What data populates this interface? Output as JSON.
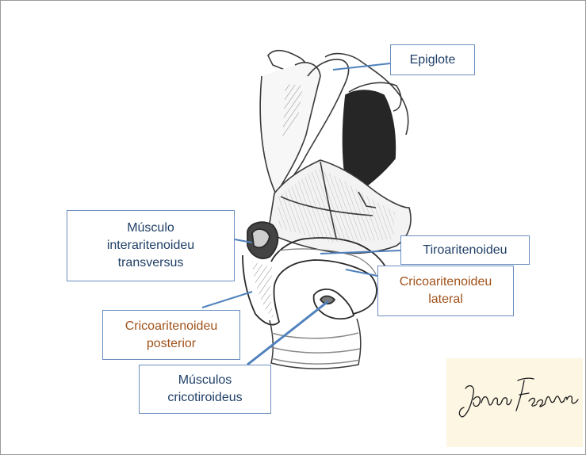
{
  "labels": {
    "epiglote": "Epiglote",
    "tiroaritenoideu": "Tiroaritenoideu",
    "interaritenoideu": "Músculo\ninteraritenoideu\ntransversus",
    "cricoaritenoideu_lateral": "Cricoaritenoideu\nlateral",
    "cricoaritenoideu_posterior": "Cricoaritenoideu\nposterior",
    "cricotiroideus": "Músculos\ncricotiroideus"
  },
  "signature": "JoanaFerreira",
  "colors": {
    "label_text": "#1f3f66",
    "highlight_text": "#a0521b",
    "leader_line": "#4f81bd",
    "box_border": "#6b8ebf"
  }
}
